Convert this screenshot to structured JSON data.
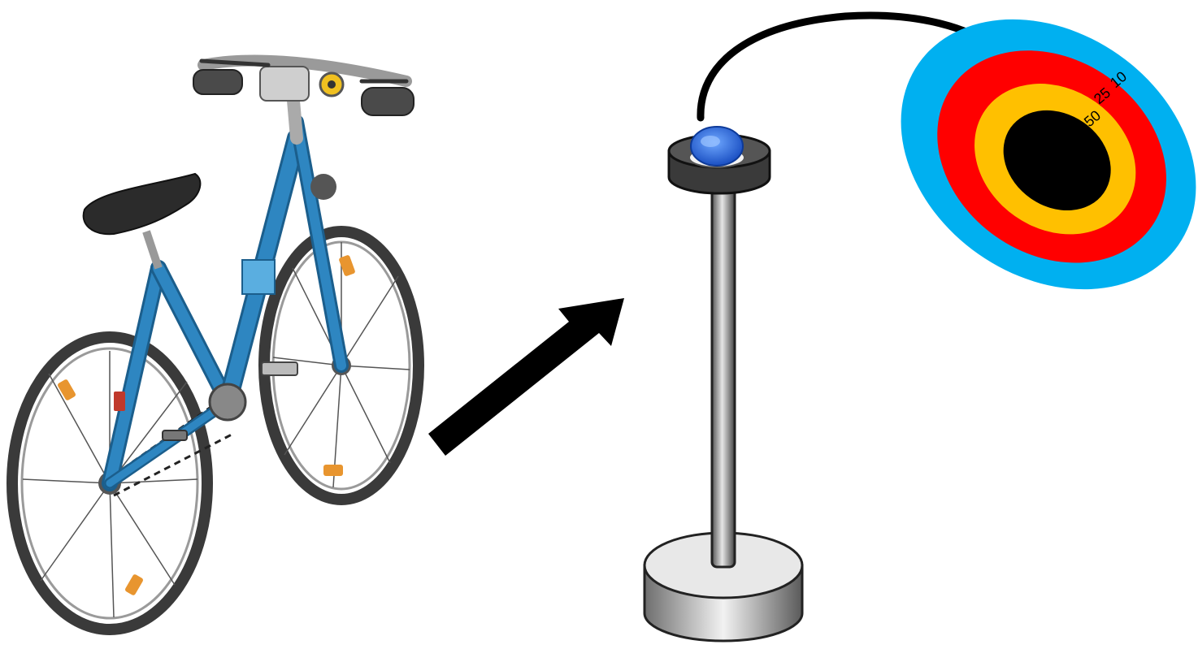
{
  "target": {
    "rings": [
      {
        "label": "10",
        "color": "#00b0f0"
      },
      {
        "label": "25",
        "color": "#ff0000"
      },
      {
        "label": "50",
        "color": "#ffc000"
      },
      {
        "label": "",
        "color": "#000000"
      }
    ]
  },
  "colors": {
    "bike_frame": "#2e86c1",
    "bike_frame_dark": "#1b5e8c",
    "tire": "#3a3a3a",
    "reflector": "#e8952f",
    "arrow": "#000000",
    "stand_pole": "#8a8a8a",
    "button": "#1e6ee0"
  },
  "icons": [
    "bicycle-icon",
    "arrow-right-icon",
    "button-stand-icon",
    "curved-arrow-icon",
    "target-icon"
  ]
}
